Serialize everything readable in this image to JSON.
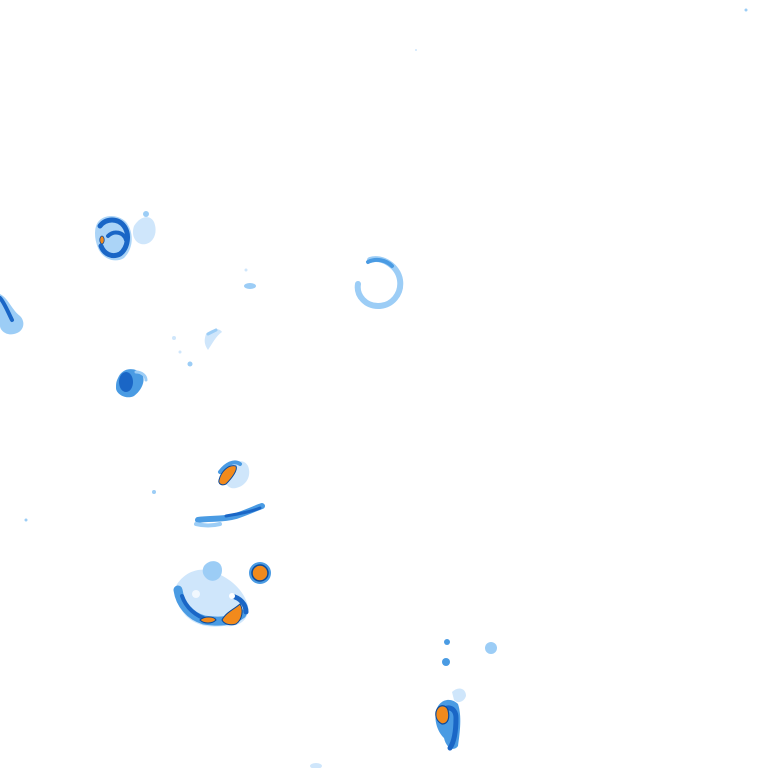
{
  "map": {
    "kind": "precipitation radar overlay",
    "background_color": "#ffffff",
    "intensity_colors": {
      "very_light": "#cfe6fb",
      "light": "#9ccdf6",
      "moderate": "#4a9be3",
      "heavy": "#1a66c6",
      "intense_outline": "#0b4a9c",
      "extreme": "#f28a1c"
    },
    "echo_cells": [
      "northwest-ring-cell",
      "west-edge-cell",
      "central-ring-cell",
      "small-scattered-echoes",
      "west-dark-cell",
      "center-line-cell",
      "south-ring-cluster",
      "south-isolated-core",
      "southeast-cell"
    ]
  }
}
